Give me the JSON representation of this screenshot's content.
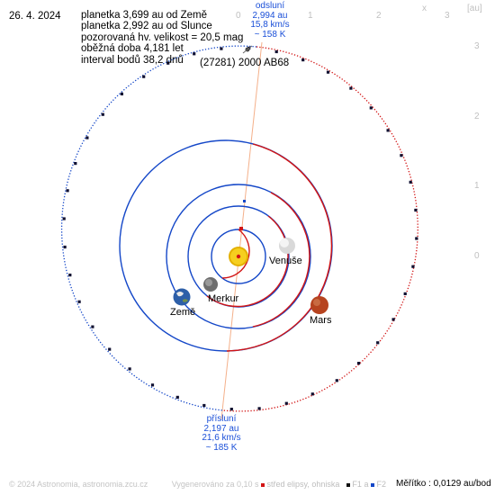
{
  "date": "26. 4. 2024",
  "info": {
    "line1": "planetka 3,699 au od Země",
    "line2": "planetka 2,992 au od Slunce",
    "line3": "pozorovaná hv. velikost = 20,5 mag",
    "line4": "oběžná doba 4,181 let",
    "line5": "interval bodů 38,2 dnů"
  },
  "object_name": "(27281) 2000 AB68",
  "aphelion": {
    "title": "odsluní",
    "dist": "2,994 au",
    "speed": "15,8 km/s",
    "temp": "~ 158 K"
  },
  "perihelion": {
    "title": "přísluní",
    "dist": "2,197 au",
    "speed": "21,6 km/s",
    "temp": "~ 185 K"
  },
  "planets": {
    "venus": "Venuše",
    "mercury": "Merkur",
    "earth": "Země",
    "mars": "Mars"
  },
  "axes": {
    "unit": "[au]",
    "x_symbol": "x",
    "top_ticks": [
      "0",
      "1",
      "2",
      "3"
    ],
    "right_ticks": [
      "3",
      "2",
      "1",
      "0"
    ]
  },
  "footer": {
    "copyright": "© 2024 Astronomia, astronomia.zcu.cz",
    "generated": "Vygenerováno za 0,10 s",
    "legend_center": "střed elipsy, ohniska",
    "legend_f1": "F1",
    "legend_a": "a",
    "legend_f2": "F2",
    "scale": "Měřítko : 0,0129 au/bod"
  },
  "colors": {
    "orbit_blue": "#1447c8",
    "orbit_red": "#d21414",
    "apsis_line": "#f4b08a",
    "label_blue": "#1a4fd8",
    "sun": "#f2c200",
    "mars": "#b6431f",
    "dot": "#101030"
  }
}
